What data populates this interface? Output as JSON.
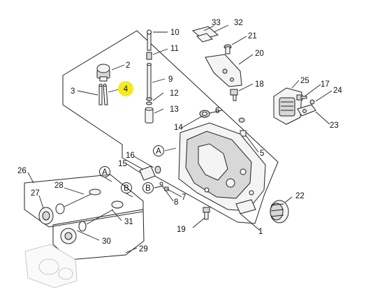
{
  "diagram": {
    "highlight_color": "#f5ea1e",
    "callouts": [
      {
        "id": "c1",
        "label": "1"
      },
      {
        "id": "c2",
        "label": "2"
      },
      {
        "id": "c3",
        "label": "3"
      },
      {
        "id": "c4",
        "label": "4",
        "highlighted": true
      },
      {
        "id": "c5",
        "label": "5"
      },
      {
        "id": "c6",
        "label": "6"
      },
      {
        "id": "c7",
        "label": "7"
      },
      {
        "id": "c8",
        "label": "8"
      },
      {
        "id": "c9",
        "label": "9"
      },
      {
        "id": "c10",
        "label": "10"
      },
      {
        "id": "c11",
        "label": "11"
      },
      {
        "id": "c12",
        "label": "12"
      },
      {
        "id": "c13",
        "label": "13"
      },
      {
        "id": "c14",
        "label": "14"
      },
      {
        "id": "c15",
        "label": "15"
      },
      {
        "id": "c16",
        "label": "16"
      },
      {
        "id": "c17",
        "label": "17"
      },
      {
        "id": "c18",
        "label": "18"
      },
      {
        "id": "c19",
        "label": "19"
      },
      {
        "id": "c20",
        "label": "20"
      },
      {
        "id": "c21",
        "label": "21"
      },
      {
        "id": "c22",
        "label": "22"
      },
      {
        "id": "c23",
        "label": "23"
      },
      {
        "id": "c24",
        "label": "24"
      },
      {
        "id": "c25",
        "label": "25"
      },
      {
        "id": "c26",
        "label": "26"
      },
      {
        "id": "c27",
        "label": "27"
      },
      {
        "id": "c28",
        "label": "28"
      },
      {
        "id": "c29",
        "label": "29"
      },
      {
        "id": "c30",
        "label": "30"
      },
      {
        "id": "c31",
        "label": "31"
      },
      {
        "id": "c32",
        "label": "32"
      },
      {
        "id": "c33",
        "label": "33"
      }
    ],
    "section_markers": [
      {
        "id": "a1",
        "label": "A"
      },
      {
        "id": "a2",
        "label": "A"
      },
      {
        "id": "b1",
        "label": "B"
      },
      {
        "id": "b2",
        "label": "B"
      }
    ]
  }
}
